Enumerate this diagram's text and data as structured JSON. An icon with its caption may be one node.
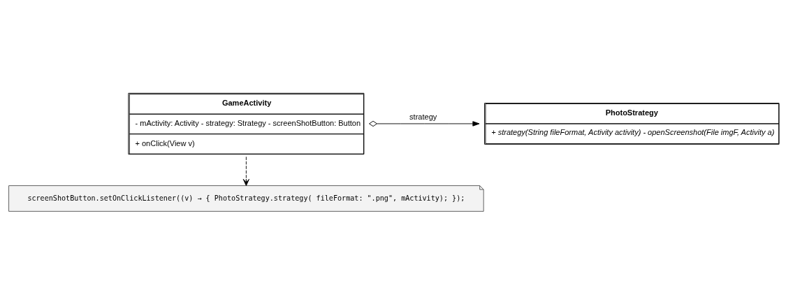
{
  "diagram": {
    "nodes": [
      {
        "text": [
          "GameActivity",
          "- mActivity: Activity - strategy: Strategy - screenShotButton: Button",
          "+ onClick(View v)"
        ]
      },
      {
        "text": [
          "PhotoStrategy",
          "+ strategy(String fileFormat, Activity activity) - openScreenshot(File imgF, Activity a)"
        ]
      },
      {
        "text": [
          "screenShotButton.setOnClickListener((v) → { PhotoStrategy.strategy( fileFormat: \".png\", mActivity); });"
        ]
      }
    ],
    "edges": [
      {
        "from": 0,
        "to": 1,
        "arrow": "to",
        "label": "strategy"
      },
      {
        "from": 0,
        "to": 2,
        "arrow": "to",
        "style": "dashed"
      }
    ]
  }
}
